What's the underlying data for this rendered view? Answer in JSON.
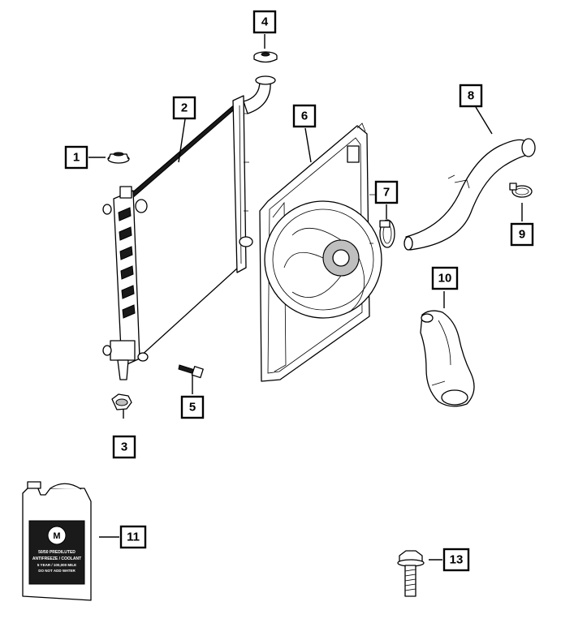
{
  "callouts": [
    {
      "id": "1",
      "label": "1"
    },
    {
      "id": "2",
      "label": "2"
    },
    {
      "id": "3",
      "label": "3"
    },
    {
      "id": "4",
      "label": "4"
    },
    {
      "id": "5",
      "label": "5"
    },
    {
      "id": "6",
      "label": "6"
    },
    {
      "id": "7",
      "label": "7"
    },
    {
      "id": "8",
      "label": "8"
    },
    {
      "id": "9",
      "label": "9"
    },
    {
      "id": "10",
      "label": "10"
    },
    {
      "id": "11",
      "label": "11"
    },
    {
      "id": "13",
      "label": "13"
    }
  ],
  "jug_label": {
    "line1": "50/50 PREDILUTED",
    "line2": "ANTIFREEZE / COOLANT",
    "line3": "5 YEAR / 100,000 MILE",
    "line4": "DO NOT ADD WATER"
  }
}
